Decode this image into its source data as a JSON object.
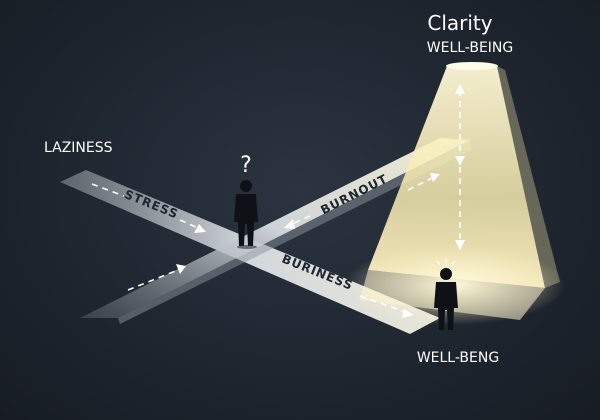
{
  "labels": {
    "clarity": "Clarity",
    "wellbeing_top": "WELL-BEING",
    "laziness": "LAZINESS",
    "question": "?",
    "stress": "STRESS",
    "burnout": "BURNOUT",
    "buriness": "BURINESS",
    "wellbeng_bottom": "WELL-BENG"
  },
  "colors": {
    "background": "#1f2630",
    "road": "#cdd2d6",
    "light": "#fff6c8",
    "figure": "#0e1116",
    "arrow": "#ffffff"
  }
}
